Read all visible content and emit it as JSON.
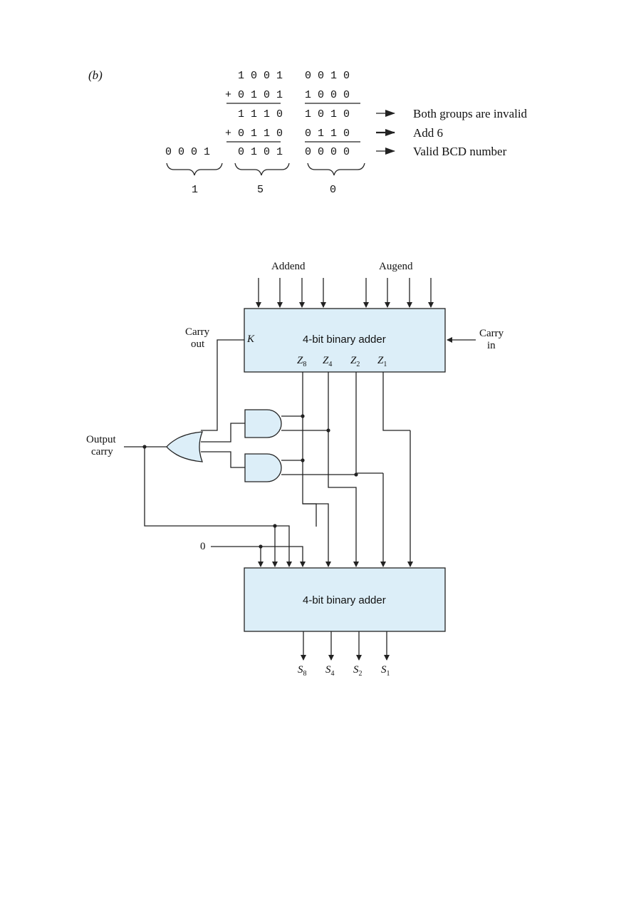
{
  "part_b": {
    "label": "(b)",
    "rows": [
      {
        "carry": "",
        "upper": "1 0 0 1",
        "lower": "0 0 1 0",
        "note": ""
      },
      {
        "carry": "",
        "upper": "+ 0 1 0 1",
        "lower": "1 0 0 0",
        "note": ""
      },
      {
        "carry": "",
        "upper": "1 1 1 0",
        "lower": "1 0 1 0",
        "note": "Both groups are invalid"
      },
      {
        "carry": "",
        "upper": "+ 0 1 1 0",
        "lower": "0 1 1 0",
        "note": "Add 6"
      },
      {
        "carry": "0 0 0 1",
        "upper": "0 1 0 1",
        "lower": "0 0 0 0",
        "note": "Valid BCD number"
      }
    ],
    "digits": [
      "1",
      "5",
      "0"
    ]
  },
  "circuit": {
    "addend_label": "Addend",
    "augend_label": "Augend",
    "top_adder_label": "4-bit binary adder",
    "bottom_adder_label": "4-bit binary adder",
    "carry_out_line1": "Carry",
    "carry_out_line2": "out",
    "carry_in_line1": "Carry",
    "carry_in_line2": "in",
    "k_label": "K",
    "z_labels": [
      {
        "base": "Z",
        "sub": "8"
      },
      {
        "base": "Z",
        "sub": "4"
      },
      {
        "base": "Z",
        "sub": "2"
      },
      {
        "base": "Z",
        "sub": "1"
      }
    ],
    "output_carry_line1": "Output",
    "output_carry_line2": "carry",
    "zero_label": "0",
    "s_labels": [
      {
        "base": "S",
        "sub": "8"
      },
      {
        "base": "S",
        "sub": "4"
      },
      {
        "base": "S",
        "sub": "2"
      },
      {
        "base": "S",
        "sub": "1"
      }
    ],
    "block_fill": "#dceef8",
    "line_color": "#222222"
  }
}
